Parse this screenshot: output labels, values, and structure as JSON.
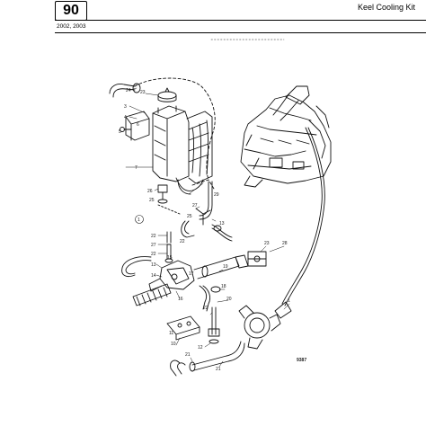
{
  "header": {
    "page_number": "90",
    "title": "Keel Cooling Kit",
    "years": "2002, 2003"
  },
  "diagram": {
    "part_labels": [
      "1",
      "2",
      "3",
      "4",
      "5",
      "6",
      "7",
      "8",
      "9",
      "10",
      "11",
      "12",
      "13",
      "14",
      "15",
      "16",
      "17",
      "18",
      "19",
      "20",
      "21",
      "22",
      "23",
      "24",
      "25",
      "26",
      "27",
      "28",
      "29"
    ],
    "circled_label": "1",
    "drawing_code": "9387"
  }
}
